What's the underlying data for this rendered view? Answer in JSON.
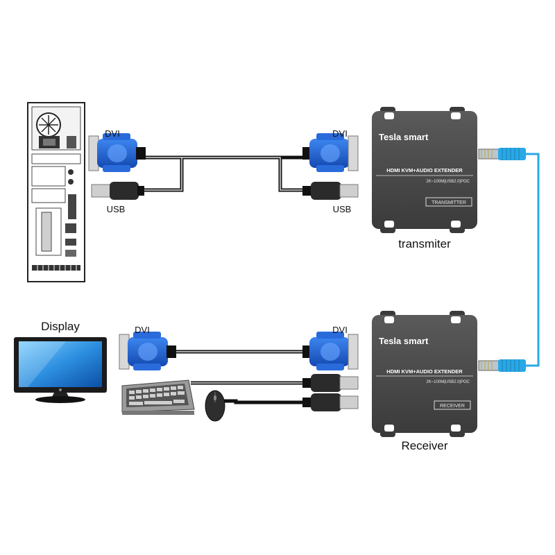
{
  "labels": {
    "dvi": "DVI",
    "usb": "USB",
    "display": "Display",
    "transmitter_caption": "transmiter",
    "receiver_caption": "Receiver"
  },
  "device": {
    "brand": "Tesla smart",
    "product": "HDMI KVM+AUDIO EXTENDER",
    "spec": "2K~100M|USB2.0|POC",
    "transmitter_badge": "TRANSMITTER",
    "receiver_badge": "RECEIVER"
  },
  "colors": {
    "connector_blue": "#1f5fd0",
    "device_body": "#4a4a4a",
    "network_cable": "#29a8e6"
  }
}
